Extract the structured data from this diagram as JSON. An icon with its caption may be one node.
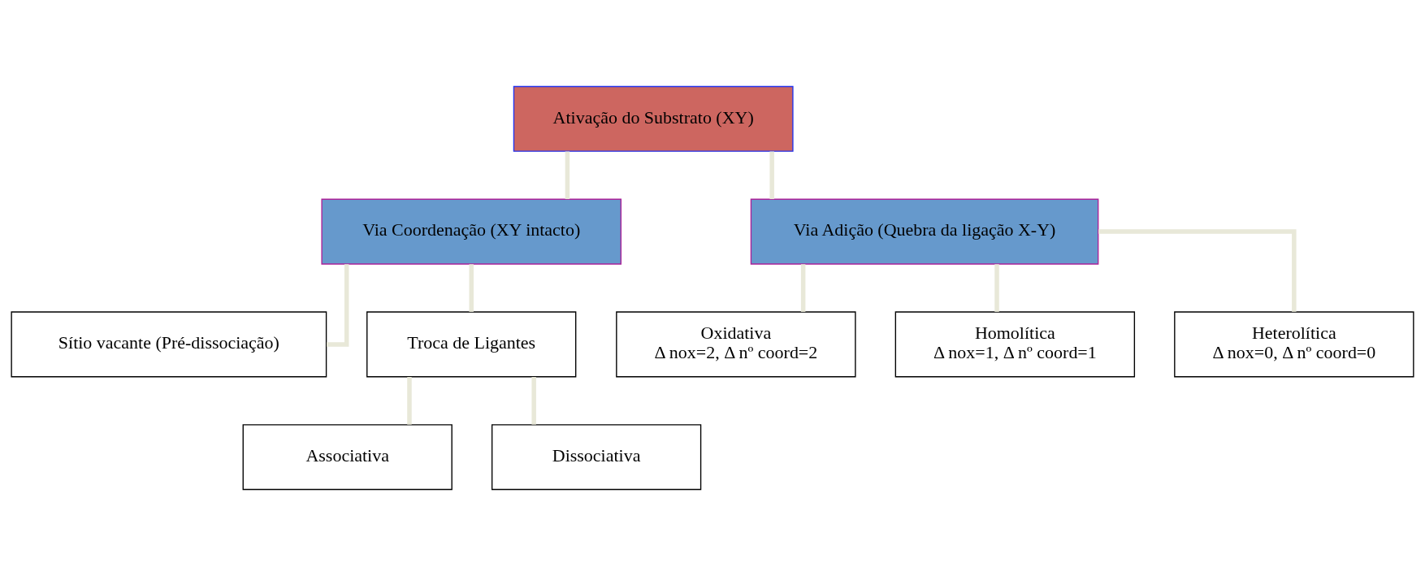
{
  "diagram": {
    "nodes": [
      {
        "text": [
          "Ativação do Substrato (XY)"
        ]
      },
      {
        "text": [
          "Via Coordenação (XY intacto)"
        ]
      },
      {
        "text": [
          "Via Adição (Quebra da ligação X-Y)"
        ]
      },
      {
        "text": [
          "Sítio vacante (Pré-dissociação)"
        ]
      },
      {
        "text": [
          "Troca de Ligantes"
        ]
      },
      {
        "text": [
          "Oxidativa",
          "Δ nox=2, Δ nº coord=2"
        ]
      },
      {
        "text": [
          "Homolítica",
          "Δ nox=1, Δ nº coord=1"
        ]
      },
      {
        "text": [
          "Heterolítica",
          "Δ nox=0, Δ nº coord=0"
        ]
      },
      {
        "text": [
          "Associativa"
        ]
      },
      {
        "text": [
          "Dissociativa"
        ]
      }
    ],
    "edges": [
      {
        "from": 0,
        "to": 1,
        "arrow": "none"
      },
      {
        "from": 0,
        "to": 2,
        "arrow": "none"
      },
      {
        "from": 1,
        "to": 3,
        "arrow": "none"
      },
      {
        "from": 1,
        "to": 4,
        "arrow": "none"
      },
      {
        "from": 2,
        "to": 5,
        "arrow": "none"
      },
      {
        "from": 2,
        "to": 6,
        "arrow": "none"
      },
      {
        "from": 2,
        "to": 7,
        "arrow": "none"
      },
      {
        "from": 4,
        "to": 8,
        "arrow": "none"
      },
      {
        "from": 4,
        "to": 9,
        "arrow": "none"
      }
    ]
  }
}
